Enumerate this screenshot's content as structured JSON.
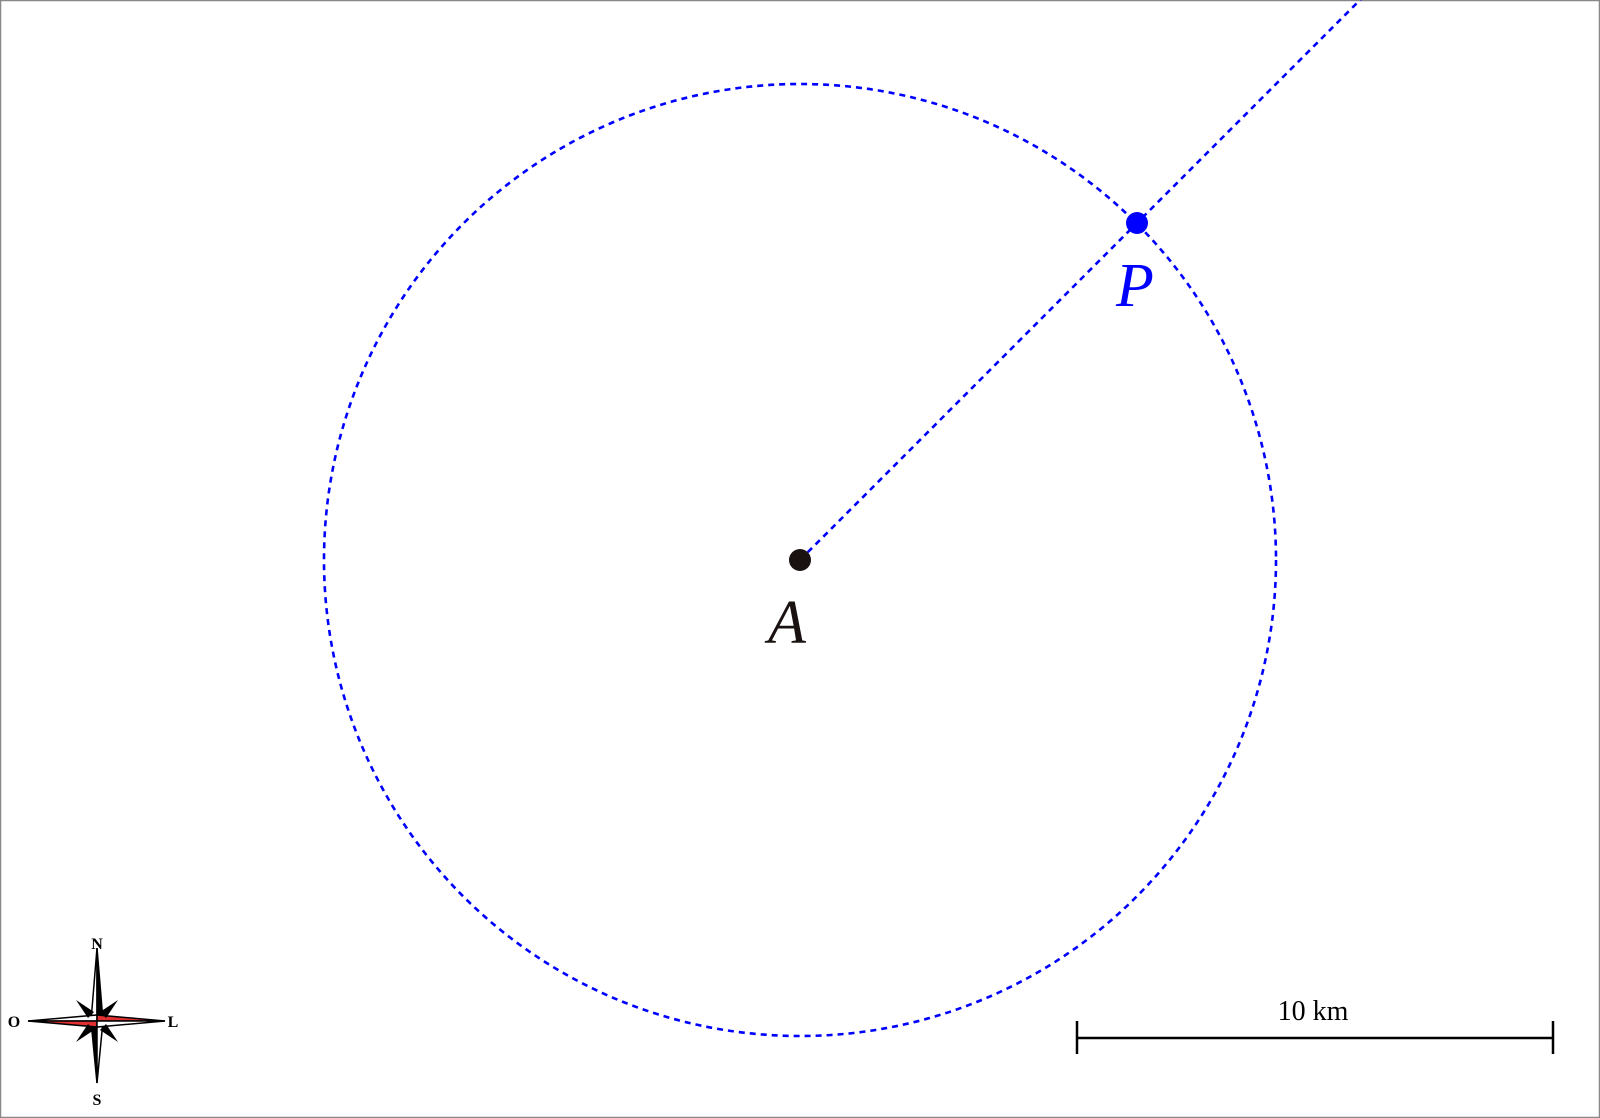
{
  "colors": {
    "accent": "#0000ff",
    "point_a": "#1a1111",
    "frame": "#888888",
    "compass_red": "#e03030",
    "compass_dark": "#000000"
  },
  "points": {
    "a": {
      "label": "A"
    },
    "p": {
      "label": "P"
    }
  },
  "compass": {
    "north": "N",
    "south": "S",
    "east": "L",
    "west": "O"
  },
  "scale_bar": {
    "label": "10 km"
  }
}
